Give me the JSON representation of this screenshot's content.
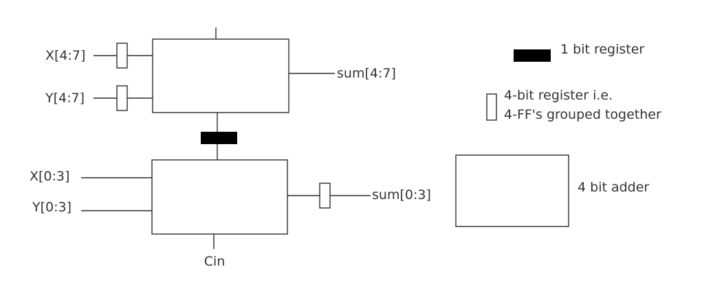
{
  "signals": {
    "x_high": "X[4:7]",
    "y_high": "Y[4:7]",
    "sum_high": "sum[4:7]",
    "x_low": "X[0:3]",
    "y_low": "Y[0:3]",
    "sum_low": "sum[0:3]",
    "carry_in": "Cin"
  },
  "legend": {
    "one_bit_register": "1 bit register",
    "four_bit_register_line1": "4-bit register i.e.",
    "four_bit_register_line2": "4-FF's grouped together",
    "four_bit_adder": "4 bit adder"
  },
  "colors": {
    "line": "#2a2a2a",
    "text": "#333333",
    "register_fill": "#000000",
    "background": "#ffffff"
  }
}
